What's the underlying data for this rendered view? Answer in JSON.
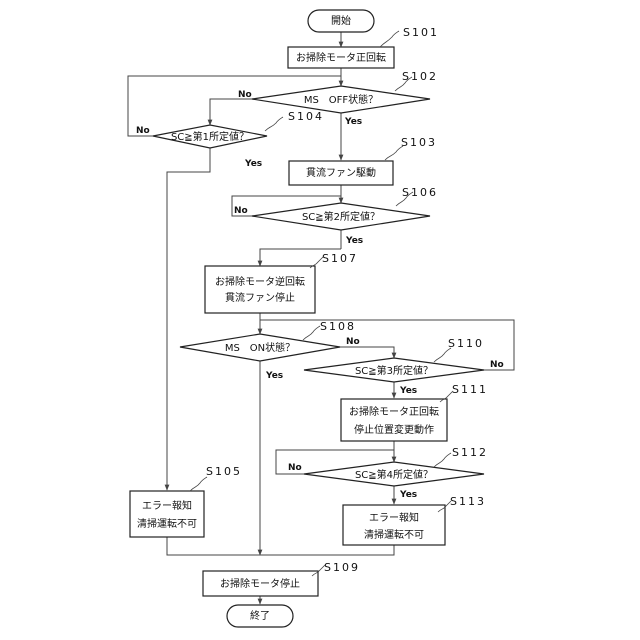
{
  "nodes": {
    "start": "開始",
    "s101": "お掃除モータ正回転",
    "s102": "MS　OFF状態？",
    "s104": "SC≧第1所定値？",
    "s103": "貫流ファン駆動",
    "s106": "SC≧第2所定値？",
    "s107_1": "お掃除モータ逆回転",
    "s107_2": "貫流ファン停止",
    "s108": "MS　ON状態？",
    "s110": "SC≧第3所定値？",
    "s111_1": "お掃除モータ正回転",
    "s111_2": "停止位置変更動作",
    "s112": "SC≧第4所定値？",
    "s105_1": "エラー報知",
    "s105_2": "清掃運転不可",
    "s113_1": "エラー報知",
    "s113_2": "清掃運転不可",
    "s109": "お掃除モータ停止",
    "end": "終了"
  },
  "steps": {
    "s101": "S101",
    "s102": "S102",
    "s104": "S104",
    "s103": "S103",
    "s106": "S106",
    "s107": "S107",
    "s108": "S108",
    "s110": "S110",
    "s111": "S111",
    "s112": "S112",
    "s105": "S105",
    "s113": "S113",
    "s109": "S109"
  },
  "branch": {
    "yes": "Yes",
    "no": "No"
  }
}
